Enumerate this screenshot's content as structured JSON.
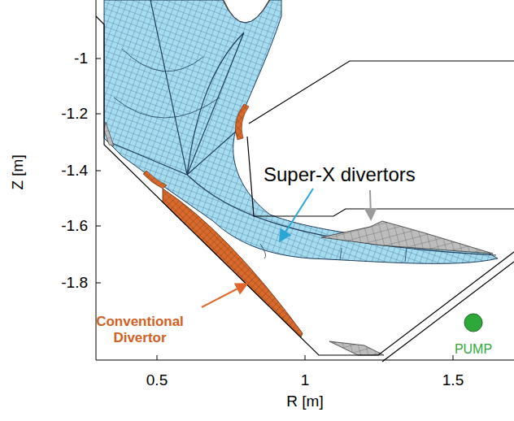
{
  "diagram": {
    "labels": [
      "-1",
      "-1.2",
      "-1.4",
      "-1.6",
      "-1.8",
      "Z [m]",
      "Super-X divertors",
      "Conventional Divertor",
      "PUMP",
      "0.5",
      "1",
      "1.5",
      "R [m]"
    ]
  }
}
